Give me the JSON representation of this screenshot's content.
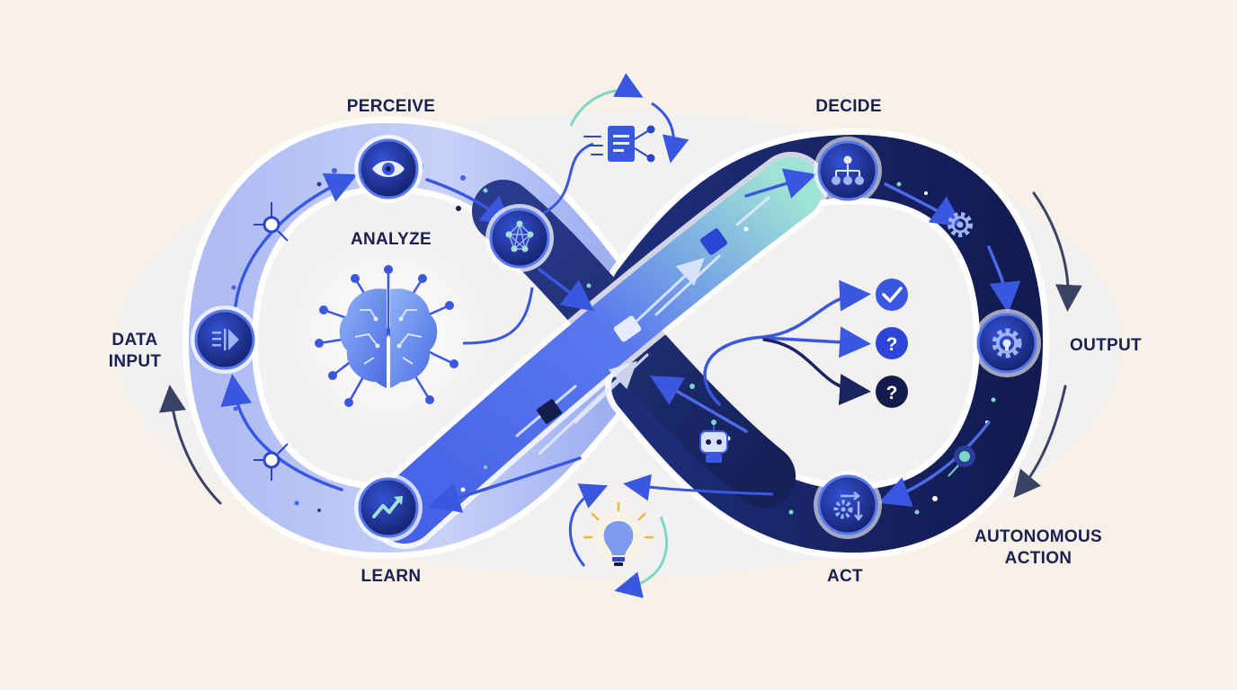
{
  "colors": {
    "background": "#f8f1e8",
    "light_band": "#c8d1f7",
    "royal_blue": "#3a57e0",
    "navy": "#16225e",
    "teal": "#7ed6c8",
    "label": "#1a2150"
  },
  "stages": {
    "perceive": {
      "label": "PERCEIVE",
      "icon": "eye-icon"
    },
    "analyze": {
      "label": "ANALYZE",
      "icon": "neural-network-icon"
    },
    "decide": {
      "label": "DECIDE",
      "icon": "hierarchy-icon"
    },
    "output": {
      "label": "OUTPUT",
      "icon": "gear-icon"
    },
    "autonomous_action": {
      "label": "AUTONOMOUS\nACTION"
    },
    "act": {
      "label": "ACT",
      "icon": "gear-arrows-icon"
    },
    "learn": {
      "label": "LEARN",
      "icon": "trend-up-icon"
    },
    "data_input": {
      "label": "DATA\nINPUT",
      "icon": "play-icon"
    }
  },
  "extras": {
    "brain": "brain-icon",
    "document": "document-icon",
    "lightbulb": "lightbulb-icon",
    "robot": "robot-icon",
    "outcomes": [
      "check-icon",
      "question-icon",
      "question-icon"
    ]
  }
}
